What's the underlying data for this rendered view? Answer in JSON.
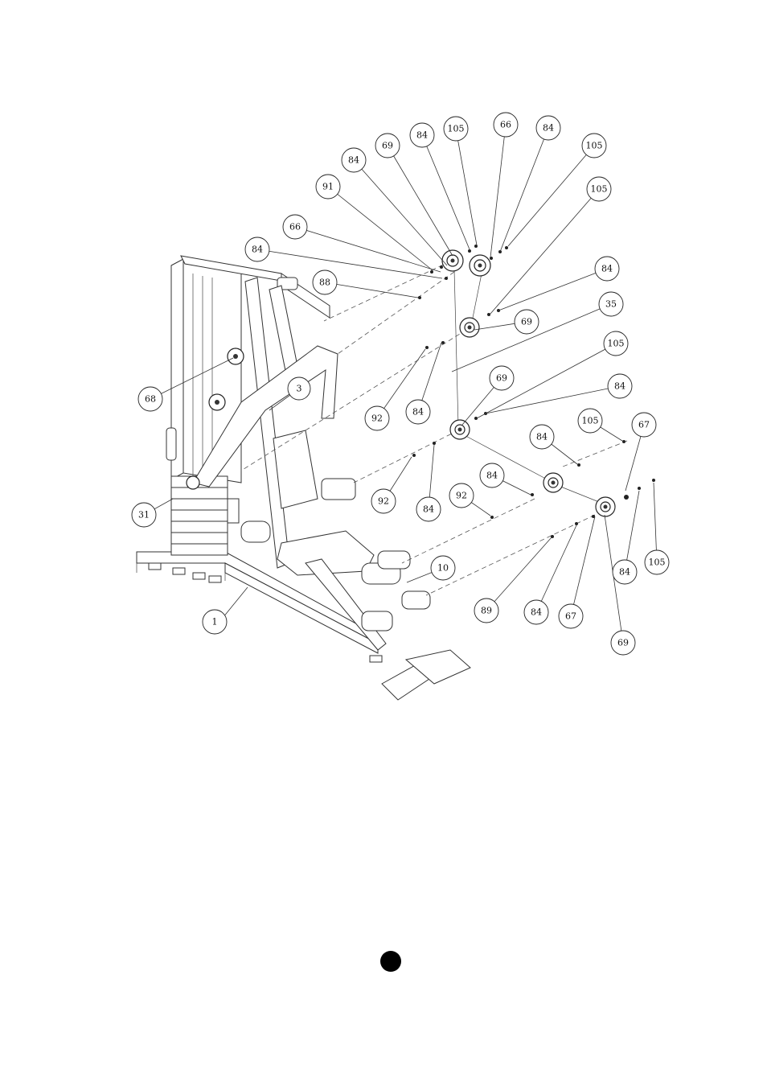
{
  "diagram": {
    "callouts": [
      {
        "id": "c1",
        "label": "1"
      },
      {
        "id": "c3",
        "label": "3"
      },
      {
        "id": "c10",
        "label": "10"
      },
      {
        "id": "c31",
        "label": "31"
      },
      {
        "id": "c35",
        "label": "35"
      },
      {
        "id": "c66a",
        "label": "66"
      },
      {
        "id": "c66b",
        "label": "66"
      },
      {
        "id": "c67a",
        "label": "67"
      },
      {
        "id": "c67b",
        "label": "67"
      },
      {
        "id": "c68",
        "label": "68"
      },
      {
        "id": "c69a",
        "label": "69"
      },
      {
        "id": "c69b",
        "label": "69"
      },
      {
        "id": "c69c",
        "label": "69"
      },
      {
        "id": "c69d",
        "label": "69"
      },
      {
        "id": "c84a",
        "label": "84"
      },
      {
        "id": "c84b",
        "label": "84"
      },
      {
        "id": "c84c",
        "label": "84"
      },
      {
        "id": "c84d",
        "label": "84"
      },
      {
        "id": "c84e",
        "label": "84"
      },
      {
        "id": "c84f",
        "label": "84"
      },
      {
        "id": "c84g",
        "label": "84"
      },
      {
        "id": "c84h",
        "label": "84"
      },
      {
        "id": "c84i",
        "label": "84"
      },
      {
        "id": "c84j",
        "label": "84"
      },
      {
        "id": "c84k",
        "label": "84"
      },
      {
        "id": "c84l",
        "label": "84"
      },
      {
        "id": "c88",
        "label": "88"
      },
      {
        "id": "c89",
        "label": "89"
      },
      {
        "id": "c91",
        "label": "91"
      },
      {
        "id": "c92a",
        "label": "92"
      },
      {
        "id": "c92b",
        "label": "92"
      },
      {
        "id": "c92c",
        "label": "92"
      },
      {
        "id": "c105a",
        "label": "105"
      },
      {
        "id": "c105b",
        "label": "105"
      },
      {
        "id": "c105c",
        "label": "105"
      },
      {
        "id": "c105d",
        "label": "105"
      },
      {
        "id": "c105e",
        "label": "105"
      },
      {
        "id": "c105f",
        "label": "105"
      }
    ]
  },
  "colors": {
    "line": "#222222",
    "page_marker": "#000000"
  }
}
